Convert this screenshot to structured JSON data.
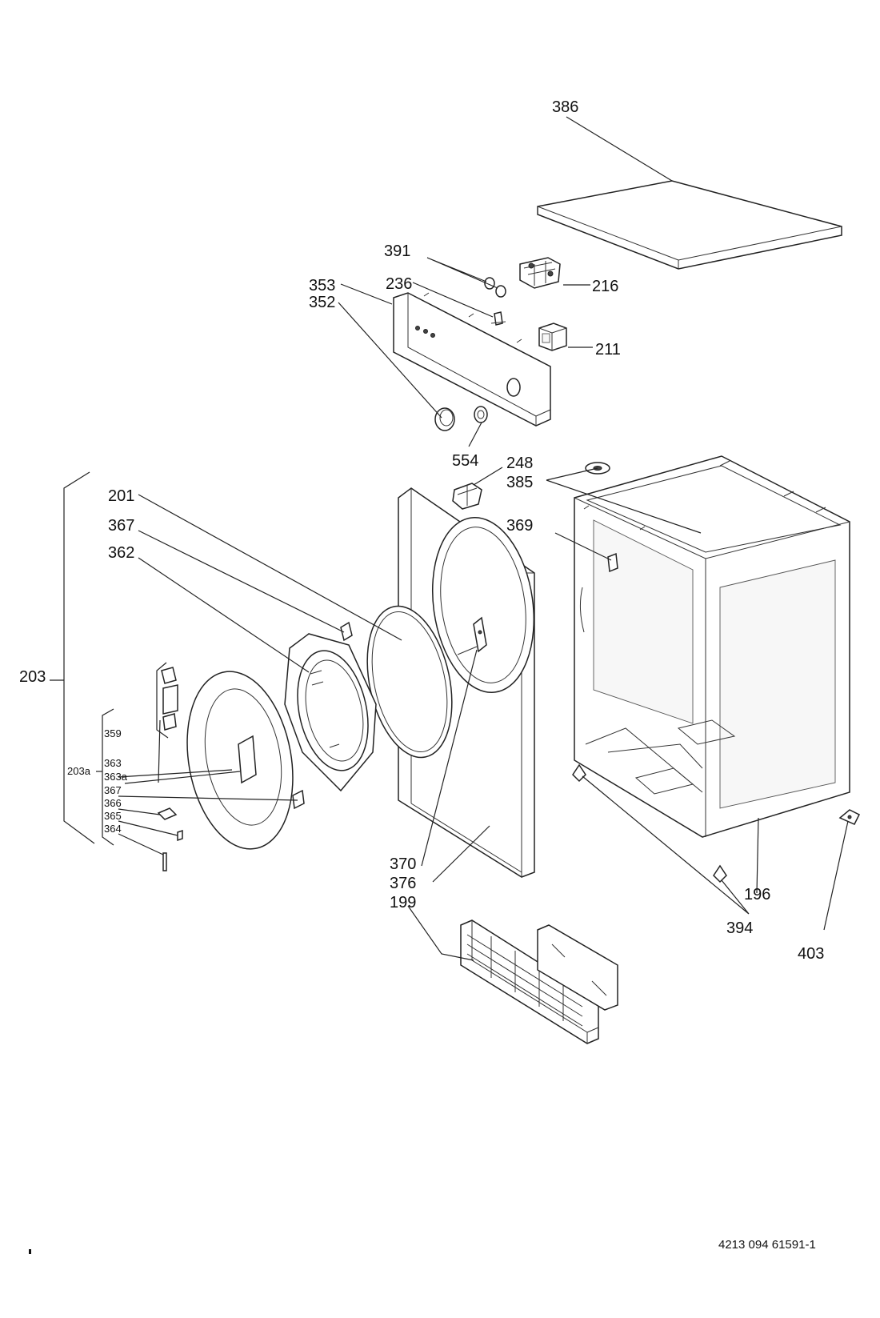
{
  "labels": {
    "l386": "386",
    "l391": "391",
    "l216": "216",
    "l236": "236",
    "l353": "353",
    "l352": "352",
    "l211": "211",
    "l554": "554",
    "l248": "248",
    "l385": "385",
    "l369": "369",
    "l201": "201",
    "l367a": "367",
    "l362": "362",
    "l203": "203",
    "l359": "359",
    "l203a": "203a",
    "l363": "363",
    "l363a": "363a",
    "l367b": "367",
    "l366": "366",
    "l365": "365",
    "l364": "364",
    "l370": "370",
    "l376": "376",
    "l199": "199",
    "l196": "196",
    "l394": "394",
    "l403": "403"
  },
  "document_number": "4213 094 61591-1"
}
